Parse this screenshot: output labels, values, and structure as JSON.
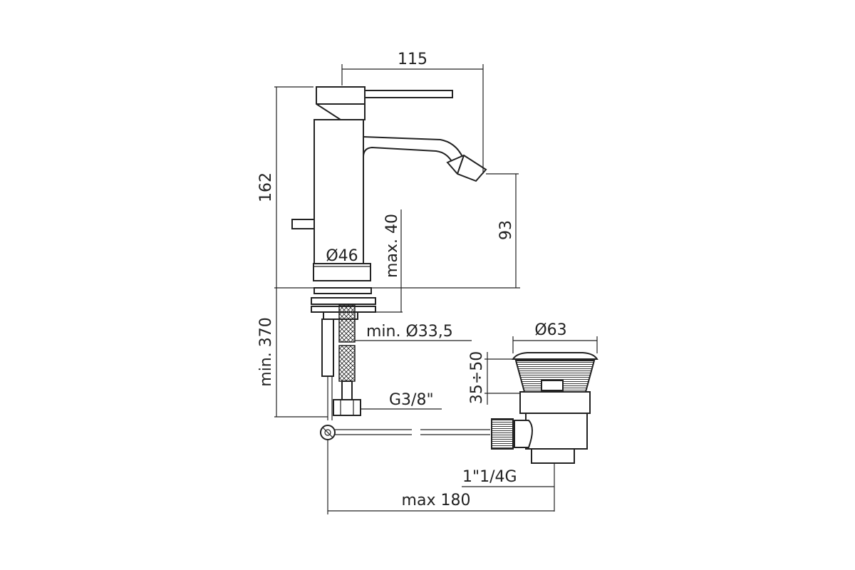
{
  "dimensions": {
    "width_115": "115",
    "height_162": "162",
    "height_93": "93",
    "max_40": "max. 40",
    "dia_46": "Ø46",
    "min_370": "min. 370",
    "min_dia_33_5": "min. Ø33,5",
    "dia_63": "Ø63",
    "range_35_50": "35÷50",
    "thread_g3_8": "G3/8\"",
    "thread_1_1_4g": "1\"1/4G",
    "max_180": "max 180"
  }
}
